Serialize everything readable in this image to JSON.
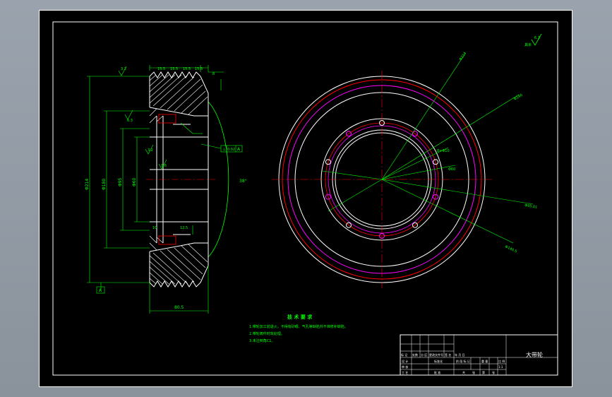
{
  "drawing": {
    "title_block": {
      "part_name": "大带轮",
      "row_a": [
        "标 记",
        "处数",
        "分 区",
        "更改文件号",
        "签 名",
        "年 月 日"
      ],
      "row_b": [
        "设 计",
        "标准化",
        "阶 段 标 记",
        "重 量",
        "比 例"
      ],
      "row_c": [
        "审 核"
      ],
      "row_d": [
        "工 艺",
        "批 准"
      ],
      "sheet": [
        "共",
        "张",
        "第",
        "张"
      ],
      "scale": "1:1"
    },
    "tech_req": {
      "heading": "技 术 要 求",
      "items": [
        "1.带轮加工前退火，不得有砂眼、气孔等缺陷并不准修补缺陷。",
        "2.带轮铸件时效处理。",
        "3.未注倒角C1。"
      ]
    },
    "section_dims": {
      "top_chain": [
        "15.5",
        "15.5",
        "15.5",
        "15.5"
      ],
      "top_right": "8",
      "diam_outer": "Φ214",
      "diam_mid": "Φ180",
      "diam_inner_a": "Φ95",
      "diam_inner_b": "Φ60",
      "width": "80.5",
      "hole_a": "10",
      "hole_b": "12.5",
      "rough_1": "3.2",
      "rough_2": "6.3",
      "rough_3": "3.2",
      "rough_4": "1.6",
      "tol_box": [
        "⊥",
        "0.02",
        "A"
      ],
      "datum": "A",
      "angle": "38°"
    },
    "view_dims": {
      "d1": "Φ214",
      "d2": "Φ190",
      "d3": "8×Φ10",
      "d4": "Φ95.01",
      "d5": "Φ60",
      "d6": "Φ140.5"
    },
    "corner_rough": "6.3"
  }
}
